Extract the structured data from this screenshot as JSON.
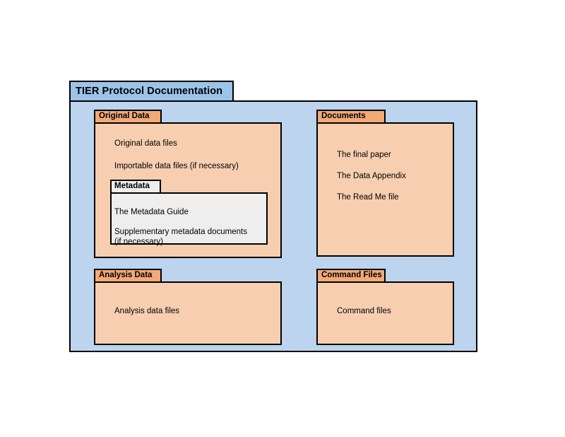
{
  "diagram": {
    "title": "TIER Protocol Documentation",
    "colors": {
      "frame_fill": "#bcd4ee",
      "title_tab_fill": "#9cc3e8",
      "group_tab_fill": "#f2a977",
      "group_body_fill": "#f7cfb0",
      "metadata_fill": "#eeeeee",
      "border": "#000000"
    },
    "groups": {
      "original_data": {
        "label": "Original Data",
        "items": [
          "Original data files",
          "Importable data files (if necessary)"
        ],
        "nested": {
          "label": "Metadata",
          "items": [
            "The Metadata Guide",
            "Supplementary metadata documents\n(if necessary)"
          ]
        }
      },
      "documents": {
        "label": "Documents",
        "items": [
          "The final paper",
          "The Data Appendix",
          "The Read Me file"
        ]
      },
      "analysis_data": {
        "label": "Analysis Data",
        "items": [
          "Analysis data files"
        ]
      },
      "command_files": {
        "label": "Command Files",
        "items": [
          "Command files"
        ]
      }
    }
  }
}
